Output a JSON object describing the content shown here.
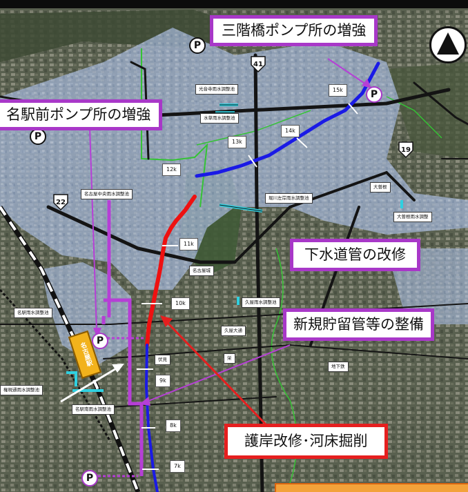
{
  "callouts": {
    "mikaibashi": "三階橋ポンプ所の増強",
    "meieki": "名駅前ポンプ所の増強",
    "gesuido": "下水道管の改修",
    "choryu": "新規貯留管等の整備",
    "goan": "護岸改修･河床掘削"
  },
  "routes": {
    "r41": "41",
    "r19": "19",
    "r22": "22"
  },
  "pump_marker": "P",
  "station": "名古屋駅",
  "km_markers": {
    "k15": "15k",
    "k14": "14k",
    "k13": "13k",
    "k12": "12k",
    "k11": "11k",
    "k10": "10k",
    "k9": "9k",
    "k8": "8k",
    "k7": "7k"
  },
  "facility_labels": {
    "kotoku": "光音寺雨水調整池",
    "mizukusa": "水草雨水調整池",
    "horikawa": "堀川左岸雨水調整池",
    "ozone": "大曽根",
    "ozone_pond": "大曽根雨水調整",
    "nagoya_chuo": "名古屋中央雨水調整池",
    "nagoya_castle": "名古屋城",
    "meieki_pond": "名駅雨水調整池",
    "hisaya_pond": "久屋雨水調整池",
    "hisaya_odori": "久屋大通",
    "fushimi": "伏見",
    "sakae": "栄",
    "chikatetsu": "地下鉄",
    "gongendori": "権現通雨水調整池",
    "meiekiminami": "名駅南雨水調整池"
  },
  "colors": {
    "callout_border": "#a838c8",
    "callout_red": "#e51f1f",
    "river_blue": "#1a1ae6",
    "river_red": "#ee1111",
    "sewer_purple": "#b63fd6",
    "area_fill": "#9fb6dc",
    "pond_cyan": "#2fd0e0",
    "station_yellow": "#f2b21c"
  }
}
